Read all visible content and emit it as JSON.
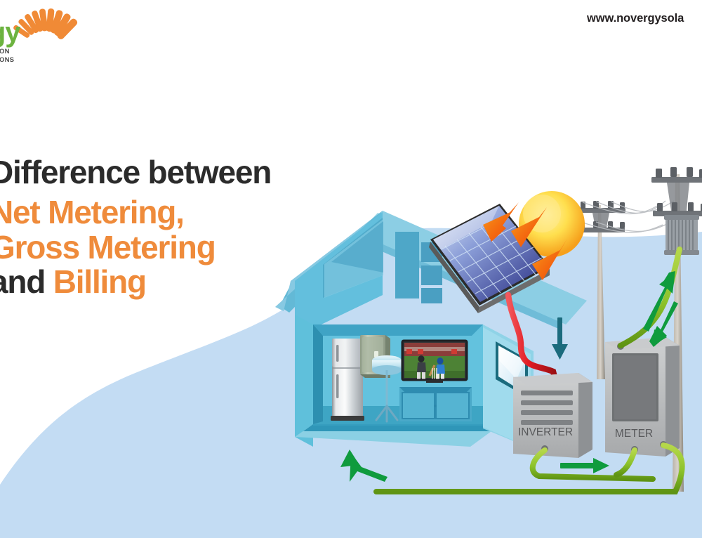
{
  "page": {
    "background_color": "#ffffff",
    "wave_color": "#c3dcf3",
    "title_dark_color": "#2b2b2b",
    "title_accent_color": "#ef8b3b"
  },
  "logo": {
    "name": "novergy-logo",
    "wordmark": "ergy",
    "wordmark_color": "#6cb33f",
    "sunburst_color": "#f08a36",
    "tagline_line1": "GENERATION",
    "tagline_line2": "GENERATIONS",
    "tagline_color": "#4a4a4a"
  },
  "header": {
    "website_url": "www.novergysola"
  },
  "headline": {
    "line1": "Difference between",
    "line2": "Net Metering,",
    "line3": "Gross Metering",
    "line4_plain": "and ",
    "line4_accent": "Billing"
  },
  "illustration": {
    "name": "net-gross-metering-diagram",
    "sun": {
      "name": "sun",
      "color_outer": "#f6a01b",
      "color_inner": "#ffe05c"
    },
    "solar_panel": {
      "name": "solar-panel",
      "cell_color": "#3a3f9e",
      "frame_color": "#3d3d3d"
    },
    "sun_rays": {
      "name": "solar-irradiance-arrows",
      "color": "#f25c05",
      "count": 3
    },
    "house": {
      "name": "cutaway-house",
      "wall_color": "#6cc6e0",
      "roof_color": "#55b4d4",
      "interior_color": "#2f96b8",
      "appliances": [
        {
          "name": "refrigerator",
          "label": ""
        },
        {
          "name": "electrical-distribution-panel",
          "label": ""
        },
        {
          "name": "floor-lamp",
          "label": ""
        },
        {
          "name": "television",
          "label": ""
        },
        {
          "name": "tv-cabinet",
          "label": ""
        },
        {
          "name": "window",
          "label": ""
        }
      ]
    },
    "devices": [
      {
        "name": "inverter",
        "label": "INVERTER",
        "body_color": "#b3b3b3"
      },
      {
        "name": "meter",
        "label": "METER",
        "body_color": "#b3b3b3"
      }
    ],
    "cables": [
      {
        "name": "dc-cable-panel-to-inverter",
        "color": "#e11b22"
      },
      {
        "name": "ac-cable-inverter-to-meter",
        "color": "#8fc31f"
      },
      {
        "name": "ac-cable-meter-to-house",
        "color": "#8fc31f"
      },
      {
        "name": "grid-cable-pole-to-meter",
        "color": "#8fc31f"
      }
    ],
    "flow_arrows": [
      {
        "name": "arrow-down-to-inverter",
        "color": "#1b6b7d",
        "direction": "down"
      },
      {
        "name": "arrow-inverter-to-meter",
        "color": "#0f9b3d",
        "direction": "right"
      },
      {
        "name": "arrow-meter-to-house",
        "color": "#0f9b3d",
        "direction": "left"
      },
      {
        "name": "arrow-export-to-grid",
        "color": "#0f9b3d",
        "direction": "up-right"
      },
      {
        "name": "arrow-import-from-grid",
        "color": "#0f9b3d",
        "direction": "down-left"
      }
    ],
    "utility_poles": [
      {
        "name": "utility-pole-left"
      },
      {
        "name": "utility-pole-right-with-transformer"
      }
    ]
  }
}
